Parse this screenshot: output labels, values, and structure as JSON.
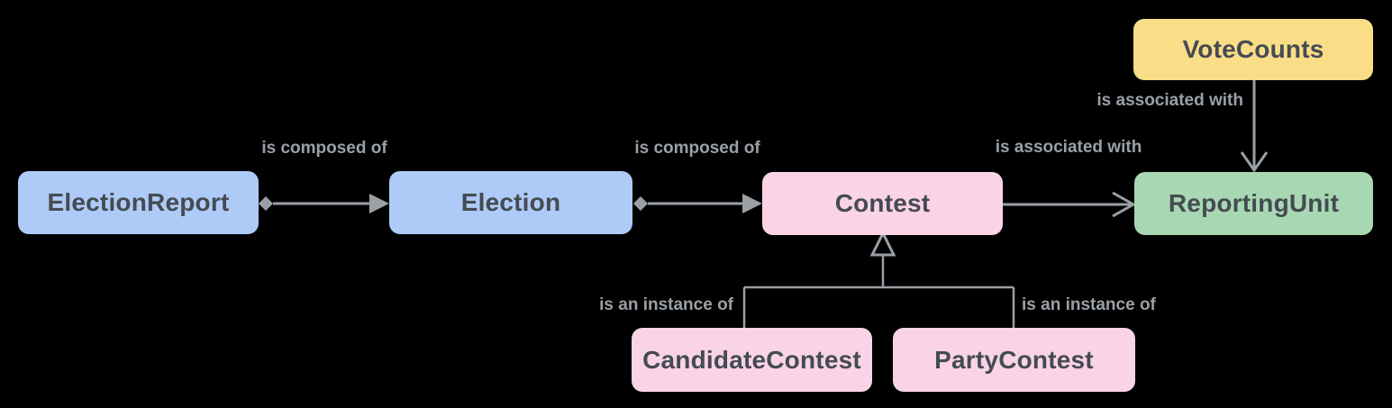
{
  "diagram": {
    "nodes": {
      "election_report": {
        "label": "ElectionReport",
        "color": "#AECBF8"
      },
      "election": {
        "label": "Election",
        "color": "#AECBF8"
      },
      "contest": {
        "label": "Contest",
        "color": "#FAD3E7"
      },
      "reporting_unit": {
        "label": "ReportingUnit",
        "color": "#A8D8B3"
      },
      "vote_counts": {
        "label": "VoteCounts",
        "color": "#FADD87"
      },
      "candidate_contest": {
        "label": "CandidateContest",
        "color": "#FAD3E7"
      },
      "party_contest": {
        "label": "PartyContest",
        "color": "#FAD3E7"
      }
    },
    "edges": {
      "composed_1": {
        "from": "ElectionReport",
        "to": "Election",
        "label": "is composed of",
        "style": "diamond-tail-solid-head"
      },
      "composed_2": {
        "from": "Election",
        "to": "Contest",
        "label": "is composed of",
        "style": "diamond-tail-solid-head"
      },
      "associated_1": {
        "from": "Contest",
        "to": "ReportingUnit",
        "label": "is associated with",
        "style": "open-head"
      },
      "associated_2": {
        "from": "VoteCounts",
        "to": "ReportingUnit",
        "label": "is associated with",
        "style": "open-head"
      },
      "instance_left": {
        "from": "CandidateContest",
        "to": "Contest",
        "label": "is an instance of",
        "style": "hollow-triangle-inheritance"
      },
      "instance_right": {
        "from": "PartyContest",
        "to": "Contest",
        "label": "is an instance of",
        "style": "hollow-triangle-inheritance"
      }
    },
    "colors": {
      "background": "#000000",
      "line": "#9AA0A6",
      "label_text": "#9AA0A6",
      "node_text": "#454B52",
      "blue": "#AECBF8",
      "pink": "#FAD3E7",
      "green": "#A8D8B3",
      "yellow": "#FADD87"
    }
  }
}
